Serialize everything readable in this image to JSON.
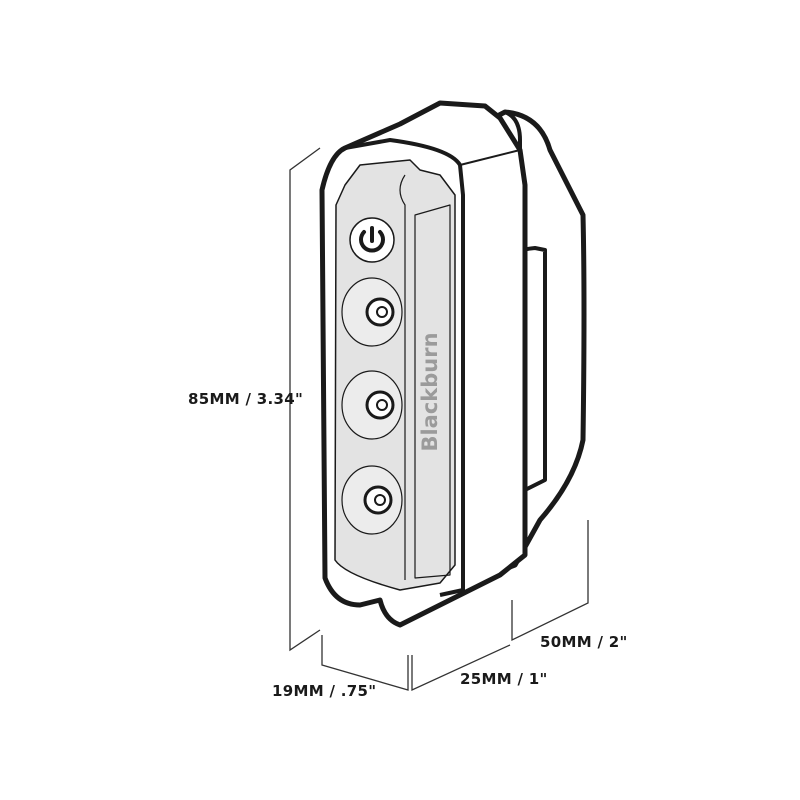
{
  "diagram": {
    "subject": "Blackburn bicycle rear light with dimensions",
    "brand_text": "Blackburn",
    "buttons": [
      {
        "icon": "power-icon"
      },
      {
        "icon": "mode-button-icon"
      },
      {
        "icon": "mode-button-icon"
      },
      {
        "icon": "mode-button-icon"
      }
    ],
    "dimensions": {
      "height": "85MM / 3.34\"",
      "depth_front": "19MM / .75\"",
      "width": "25MM / 1\"",
      "clip_depth": "50MM / 2\""
    },
    "colors": {
      "outline": "#1a1a1a",
      "lens_panel": "#e3e3e3",
      "brand_text": "#9b9b9b",
      "background": "#ffffff"
    }
  }
}
